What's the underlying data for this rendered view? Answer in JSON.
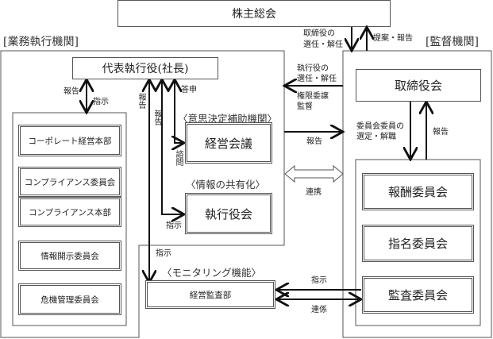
{
  "title": "株主総会",
  "sections": {
    "execution": "[業務執行機関]",
    "supervision": "[監督機関]"
  },
  "ceo": "代表執行役(社長)",
  "execution_units": [
    "コーポレート経営本部",
    "コンプライアンス委員会",
    "コンプライアンス本部",
    "情報開示委員会",
    "危機管理委員会"
  ],
  "decision_support": {
    "heading": "〈意思決定補助機関〉",
    "body": "経営会議"
  },
  "info_sharing": {
    "heading": "〈情報の共有化〉",
    "body": "執行役会"
  },
  "monitoring": {
    "heading": "〈モニタリング機能〉",
    "body": "経営監査部"
  },
  "board": "取締役会",
  "committees": [
    "報酬委員会",
    "指名委員会",
    "監査委員会"
  ],
  "labels": {
    "director_appoint_line1": "取締役の",
    "director_appoint_line2": "選任・解任",
    "proposal_report": "提案・報告",
    "exec_appoint_line1": "執行役の",
    "exec_appoint_line2": "選任・解任",
    "delegation_line1": "権限委譲",
    "delegation_line2": "監督",
    "report_to_board": "報告",
    "cooperation": "連携",
    "committee_member_line1": "委員会委員の",
    "committee_member_line2": "選定・解職",
    "report_from_committee": "報告",
    "report_units": "報告",
    "instruct_units": "指示",
    "report_left_vertical": "報告",
    "report_mid_vertical": "報告",
    "answer": "答申",
    "consult": "諮問",
    "instruct_exec": "指示",
    "instruct_audit": "指示",
    "instruct_audit_committee": "指示",
    "liaison": "連係"
  }
}
